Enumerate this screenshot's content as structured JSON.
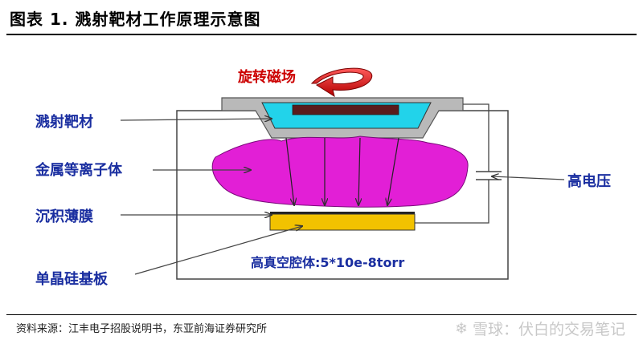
{
  "header": {
    "title": "图表 1.   溅射靶材工作原理示意图"
  },
  "diagram": {
    "labels": {
      "rotating_field": "旋转磁场",
      "target": "溅射靶材",
      "plasma": "金属等离子体",
      "film": "沉积薄膜",
      "substrate": "单晶硅基板",
      "high_voltage": "高电压",
      "vacuum": "高真空腔体:5*10e-8torr"
    },
    "colors": {
      "label_text": "#1a2ea0",
      "magnet_label": "#cc0000",
      "target_holder": "#b9b9b9",
      "target_cup": "#22d3ea",
      "magnet_bar": "#5a1b1b",
      "plasma": "#e21fd6",
      "substrate": "#f2c200"
    }
  },
  "footer": {
    "source": "资料来源：江丰电子招股说明书，东亚前海证券研究所",
    "watermark": "雪球：伏白的交易笔记"
  }
}
